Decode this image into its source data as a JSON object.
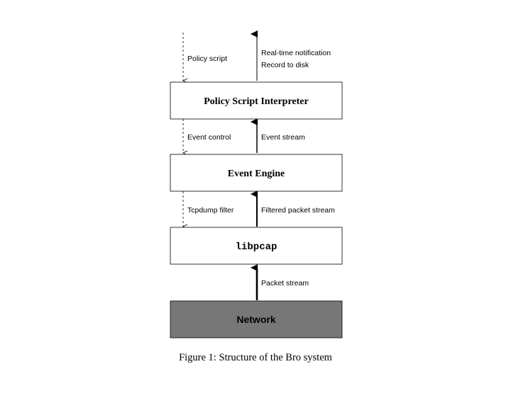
{
  "diagram": {
    "boxes": {
      "policy_interpreter": "Policy Script Interpreter",
      "event_engine": "Event Engine",
      "libpcap": "libpcap",
      "network": "Network"
    },
    "labels": {
      "policy_script": "Policy script",
      "realtime_notification": "Real-time notification",
      "record_to_disk": "Record to disk",
      "event_control": "Event control",
      "event_stream": "Event stream",
      "tcpdump_filter": "Tcpdump filter",
      "filtered_packet_stream": "Filtered packet stream",
      "packet_stream": "Packet stream"
    },
    "caption": "Figure 1: Structure of the Bro system",
    "colors": {
      "network_fill": "#777777",
      "box_fill": "#ffffff",
      "stroke": "#000000"
    }
  }
}
